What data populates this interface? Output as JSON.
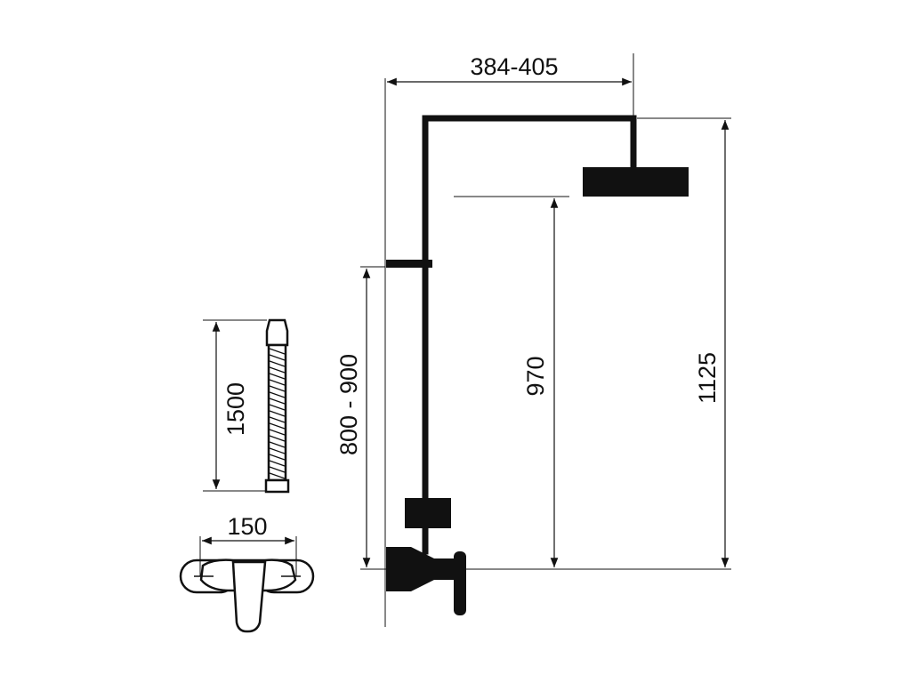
{
  "diagram": {
    "type": "technical-drawing",
    "subject": "shower column with mixer and hose",
    "dimensions": {
      "width_top": "384-405",
      "height_total": "1125",
      "height_head": "970",
      "height_mixer": "800 - 900",
      "hose_length": "1500",
      "mixer_spacing": "150"
    }
  }
}
